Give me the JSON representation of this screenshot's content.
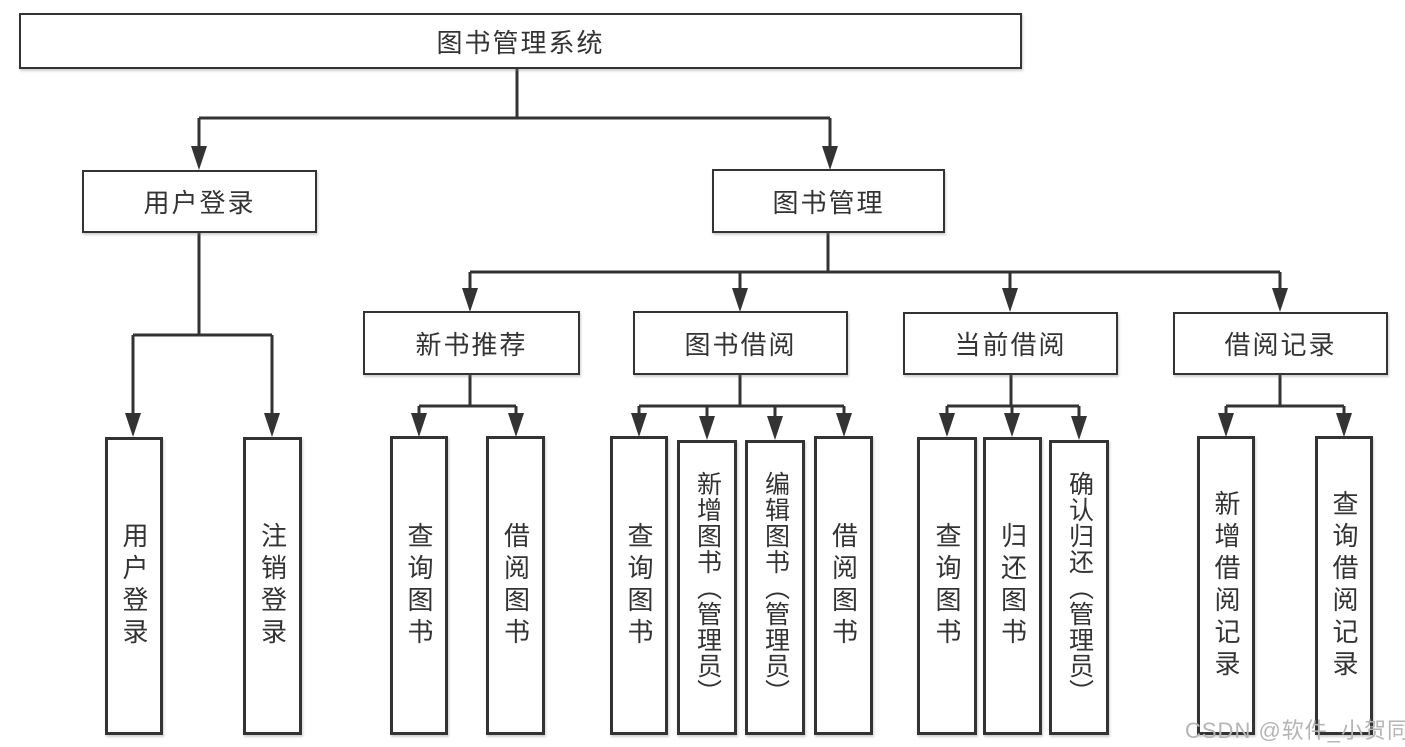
{
  "diagram_type": "hierarchy-tree",
  "colors": {
    "line": "#333333",
    "box_background": "#ffffff",
    "text": "#333333",
    "watermark_text_color": "#b5b5b5"
  },
  "watermark": {
    "text": "CSDN @软件_小贺同学"
  },
  "tree": {
    "label": "图书管理系统",
    "children": [
      {
        "label": "用户登录",
        "children": [
          {
            "label": "用户登录"
          },
          {
            "label": "注销登录"
          }
        ]
      },
      {
        "label": "图书管理",
        "children": [
          {
            "label": "新书推荐",
            "children": [
              {
                "label": "查询图书"
              },
              {
                "label": "借阅图书"
              }
            ]
          },
          {
            "label": "图书借阅",
            "children": [
              {
                "label": "查询图书"
              },
              {
                "label": "新增图书（管理员）"
              },
              {
                "label": "编辑图书（管理员）"
              },
              {
                "label": "借阅图书"
              }
            ]
          },
          {
            "label": "当前借阅",
            "children": [
              {
                "label": "查询图书"
              },
              {
                "label": "归还图书"
              },
              {
                "label": "确认归还（管理员）"
              }
            ]
          },
          {
            "label": "借阅记录",
            "children": [
              {
                "label": "新增借阅记录"
              },
              {
                "label": "查询借阅记录"
              }
            ]
          }
        ]
      }
    ]
  }
}
